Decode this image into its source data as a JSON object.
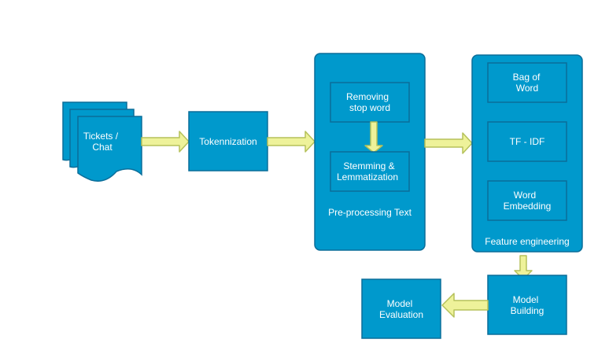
{
  "nodes": {
    "tickets": {
      "line1": "Tickets /",
      "line2": "Chat"
    },
    "tokenization": {
      "label": "Tokennization"
    },
    "stopword": {
      "line1": "Removing",
      "line2": "stop word"
    },
    "stemming": {
      "line1": "Stemming &",
      "line2": "Lemmatization"
    },
    "preprocessing": {
      "label": "Pre-processing Text"
    },
    "bow": {
      "line1": "Bag of",
      "line2": "Word"
    },
    "tfidf": {
      "label": "TF - IDF"
    },
    "embedding": {
      "line1": "Word",
      "line2": "Embedding"
    },
    "feature": {
      "label": "Feature engineering"
    },
    "building": {
      "line1": "Model",
      "line2": "Building"
    },
    "evaluation": {
      "line1": "Model",
      "line2": "Evaluation"
    }
  },
  "colors": {
    "box_fill": "#0099CC",
    "box_stroke": "#0B6E9A",
    "arrow_fill": "#EEF29A",
    "arrow_stroke": "#B5C15A",
    "text": "#FFFFFF"
  }
}
